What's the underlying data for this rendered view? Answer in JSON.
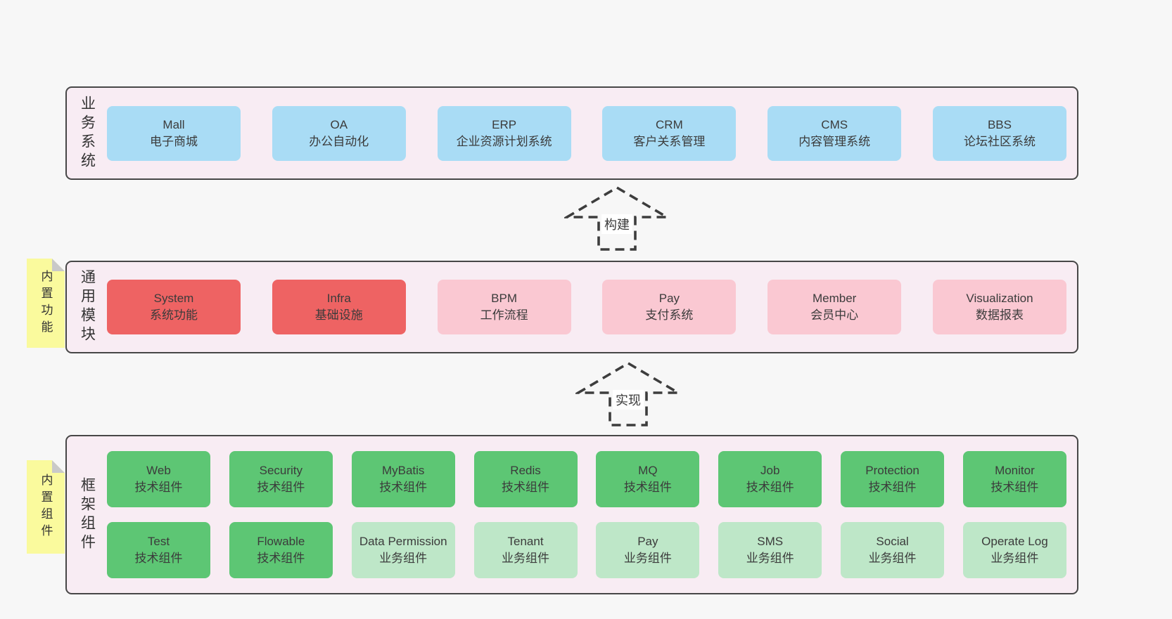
{
  "page": {
    "background": "#f7f7f7"
  },
  "colors": {
    "panel_bg": "#f8ecf3",
    "panel_border": "#474747",
    "text": "#3b3b3b",
    "blue": "#a9dcf5",
    "red": "#ee6363",
    "pink": "#fac8d2",
    "green": "#5dc674",
    "green_light": "#bee7c8",
    "note_yellow": "#fafa9d",
    "note_fold": "#c9c9c9",
    "arrow_stroke": "#3d3d3d",
    "arrow_label_bg": "#ffffff"
  },
  "layers": {
    "business": {
      "label": "业务系统",
      "rows": [
        [
          {
            "name": "Mall",
            "desc": "电子商城",
            "color": "blue"
          },
          {
            "name": "OA",
            "desc": "办公自动化",
            "color": "blue"
          },
          {
            "name": "ERP",
            "desc": "企业资源计划系统",
            "color": "blue"
          },
          {
            "name": "CRM",
            "desc": "客户关系管理",
            "color": "blue"
          },
          {
            "name": "CMS",
            "desc": "内容管理系统",
            "color": "blue"
          },
          {
            "name": "BBS",
            "desc": "论坛社区系统",
            "color": "blue"
          }
        ]
      ]
    },
    "modules": {
      "label": "通用模块",
      "note": "内置功能",
      "rows": [
        [
          {
            "name": "System",
            "desc": "系统功能",
            "color": "red"
          },
          {
            "name": "Infra",
            "desc": "基础设施",
            "color": "red"
          },
          {
            "name": "BPM",
            "desc": "工作流程",
            "color": "pink"
          },
          {
            "name": "Pay",
            "desc": "支付系统",
            "color": "pink"
          },
          {
            "name": "Member",
            "desc": "会员中心",
            "color": "pink"
          },
          {
            "name": "Visualization",
            "desc": "数据报表",
            "color": "pink"
          }
        ]
      ]
    },
    "components": {
      "label": "框架组件",
      "note": "内置组件",
      "rows": [
        [
          {
            "name": "Web",
            "desc": "技术组件",
            "color": "green"
          },
          {
            "name": "Security",
            "desc": "技术组件",
            "color": "green"
          },
          {
            "name": "MyBatis",
            "desc": "技术组件",
            "color": "green"
          },
          {
            "name": "Redis",
            "desc": "技术组件",
            "color": "green"
          },
          {
            "name": "MQ",
            "desc": "技术组件",
            "color": "green"
          },
          {
            "name": "Job",
            "desc": "技术组件",
            "color": "green"
          },
          {
            "name": "Protection",
            "desc": "技术组件",
            "color": "green"
          },
          {
            "name": "Monitor",
            "desc": "技术组件",
            "color": "green"
          }
        ],
        [
          {
            "name": "Test",
            "desc": "技术组件",
            "color": "green"
          },
          {
            "name": "Flowable",
            "desc": "技术组件",
            "color": "green"
          },
          {
            "name": "Data Permission",
            "desc": "业务组件",
            "color": "green_light"
          },
          {
            "name": "Tenant",
            "desc": "业务组件",
            "color": "green_light"
          },
          {
            "name": "Pay",
            "desc": "业务组件",
            "color": "green_light"
          },
          {
            "name": "SMS",
            "desc": "业务组件",
            "color": "green_light"
          },
          {
            "name": "Social",
            "desc": "业务组件",
            "color": "green_light"
          },
          {
            "name": "Operate Log",
            "desc": "业务组件",
            "color": "green_light"
          }
        ]
      ]
    }
  },
  "arrows": [
    {
      "label": "构建"
    },
    {
      "label": "实现"
    }
  ]
}
